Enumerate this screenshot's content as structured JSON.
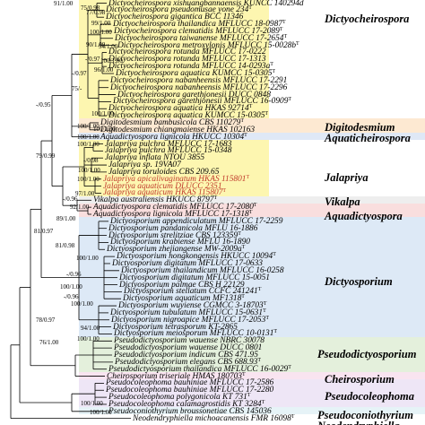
{
  "bands": [
    {
      "name": "dictyocheirospora-band",
      "color": "#fdf6b0"
    },
    {
      "name": "digitodesmium-band",
      "color": "#fde9d2"
    },
    {
      "name": "aquadictyospora-band",
      "color": "#dfe8f6"
    },
    {
      "name": "jalapriya-band",
      "color": "#fdf6b0"
    },
    {
      "name": "vikalpa-band",
      "color": "#eeeeee"
    },
    {
      "name": "aquadictyospora2-band",
      "color": "#f9dede"
    },
    {
      "name": "dictyosporium-band",
      "color": "#dde9f6"
    },
    {
      "name": "pseudodictyosporium-band",
      "color": "#e4f0dc"
    },
    {
      "name": "cheirosporium-band",
      "color": "#f9e4f0"
    },
    {
      "name": "pseudocoleophoma-band",
      "color": "#eee6f6"
    },
    {
      "name": "pseudoconiothyrium-band",
      "color": "#e6f3f7"
    }
  ],
  "leaves": [
    {
      "text": "Dictyocheirospora xishuangbannaensis KUNCC 140294d",
      "type": false
    },
    {
      "text": "Dictyocheirospora pseudomusae yone 234",
      "type": true
    },
    {
      "text": "Dictyocheirospora gigantica BCC 11346",
      "type": false
    },
    {
      "text": "Dictyocheirospora thailandica MFLUCC 18-0987",
      "type": true
    },
    {
      "text": "Dictyocheirospora clematidis MFLUCC 17-2089",
      "type": true
    },
    {
      "text": "Dictyocheirospora taiwanense MFLUCC 17-2654",
      "type": true
    },
    {
      "text": "Dictyocheirospora metroxylonis MFLUCC 15-0028b",
      "type": true
    },
    {
      "text": "Dictyocheirospora rotunda MFLUCC 17-0222",
      "type": false
    },
    {
      "text": "Dictyocheirospora rotunda MFLUCC 17-1313",
      "type": false
    },
    {
      "text": "Dictyocheirospora rotunda MFLUCC 14-0293a",
      "type": true
    },
    {
      "text": "Dictyocheirospora aquatica KUMCC 15-0305",
      "type": true
    },
    {
      "text": "Dictyocheirospora nabanheensis MFLUCC 17-2291",
      "type": false
    },
    {
      "text": "Dictyocheirospora nabanheensis MFLUCC 17-2296",
      "type": false
    },
    {
      "text": "Dictyocheirospora garethjonesii DUCC 0848",
      "type": false
    },
    {
      "text": "Dictyocheirospora garethjonesii MFLUCC 16-0909",
      "type": true
    },
    {
      "text": "Dictyocheirospora aquatica HKAS 92714",
      "type": true
    },
    {
      "text": "Dictyocheirospora aquatica KUMCC 15-0305",
      "type": true
    },
    {
      "text": "Digitodesmium bambusicola CBS 110279",
      "type": true
    },
    {
      "text": "Digitodesmium chiangmaiense HKAS 102163",
      "type": false
    },
    {
      "text": "Aquadictyospora lignicola HKUCC 10304",
      "type": true
    },
    {
      "text": "Jalapriya pulchra MFLUCC 17-1683",
      "type": false
    },
    {
      "text": "Jalapriya pulchra MFLUCC 15-0348",
      "type": false
    },
    {
      "text": "Jalapriya inflata NTOU 3855",
      "type": false
    },
    {
      "text": "Jalapriya sp. 19VA07",
      "type": false
    },
    {
      "text": "Jalapriya toruloides CBS 209.65",
      "type": false
    },
    {
      "text": "Jalapriya apicalivaginatum HKAS 115801",
      "type": true,
      "red": true
    },
    {
      "text": "Jalapriya aquaticum DLUCC 2351",
      "type": false,
      "red": true
    },
    {
      "text": "Jalapriya aquaticum HKAS 115807",
      "type": true,
      "red": true
    },
    {
      "text": "Vikalpa australiensis HKUCC 8797",
      "type": true
    },
    {
      "text": "Aquadictyospora clematidis MFLUCC 17-2080",
      "type": true
    },
    {
      "text": "Aquadictyospora lignicola MFLUCC 17-1318",
      "type": true
    },
    {
      "text": "Dictyosporium appendiculatum MFLUCC 17-2259",
      "type": false
    },
    {
      "text": "Dictyosporium pandanicola MFLU 16-1886",
      "type": false
    },
    {
      "text": "Dictyosporium strelitziae CBS 123359",
      "type": true
    },
    {
      "text": "Dictyosporium krabiense MFLU 16-1890",
      "type": false
    },
    {
      "text": "Dictyosporium zhejiangense MW-2009a",
      "type": true
    },
    {
      "text": "Dictyosporium hongkongensis HKUCC 10094",
      "type": true
    },
    {
      "text": "Dictyosporium digitatum MFLUCC 17-0633",
      "type": false
    },
    {
      "text": "Dictyosporium thailandicum MFLUCC 16-0258",
      "type": false
    },
    {
      "text": "Dictyosporium digitatum MFLUCC 15-0051",
      "type": false
    },
    {
      "text": "Dictyosporium palmae CBS H 22129",
      "type": false
    },
    {
      "text": "Dictyosporium stellatum CCFC 241241",
      "type": true
    },
    {
      "text": "Dictyosporium aquaticum MF1318",
      "type": true
    },
    {
      "text": "Dictyosporium wuyiense CGMCC 3-18703",
      "type": true
    },
    {
      "text": "Dictyosporium tubulatum MFLUCC 15-0631",
      "type": true
    },
    {
      "text": "Dictyosporium nigroapice MFLUCC 17-2053",
      "type": true
    },
    {
      "text": "Dictyosporium tetrasporum KT-2865",
      "type": false
    },
    {
      "text": "Dictyosporium meiosporum MFLUCC 10-0131",
      "type": true
    },
    {
      "text": "Pseudodictyosporium wauense NBRC 30078",
      "type": false
    },
    {
      "text": "Pseudodictyosporium wauense DUCC 0801",
      "type": false
    },
    {
      "text": "Pseudodictyosporium indicum CBS 471.95",
      "type": false
    },
    {
      "text": "Pseudodictyosporium elegans CBS 688.93",
      "type": true
    },
    {
      "text": "Pseudodictyosporium thailandica MFLUCC 16-0029",
      "type": true
    },
    {
      "text": "Cheirosporium triseriale HMAS 180703",
      "type": true
    },
    {
      "text": "Pseudocoleophoma bauhiniae MFLUCC 17-2586",
      "type": false
    },
    {
      "text": "Pseudocoleophoma bauhiniae MFLUCC 17-2280",
      "type": false
    },
    {
      "text": "Pseudocoleophoma polygonicola KT 731",
      "type": true
    },
    {
      "text": "Pseudocoleophoma calamagrostidis KT 3284",
      "type": true
    },
    {
      "text": "Pseudoconiothyrium broussonetiae CBS 145036",
      "type": false
    },
    {
      "text": "Neodendryphiella michoacanensis FMR 16098",
      "type": true
    }
  ],
  "genus_labels": [
    {
      "text": "Dictyocheirospora"
    },
    {
      "text": "Digitodesmium"
    },
    {
      "text": "Aquaticheirospora"
    },
    {
      "text": "Jalapriya"
    },
    {
      "text": "Vikalpa"
    },
    {
      "text": "Aquadictyospora"
    },
    {
      "text": "Dictyosporium"
    },
    {
      "text": "Pseudodictyosporium"
    },
    {
      "text": "Cheirosporium"
    },
    {
      "text": "Pseudocoleophoma"
    },
    {
      "text": "Pseudoconiothyrium"
    },
    {
      "text": "Neodendryphiella"
    }
  ],
  "supports": [
    {
      "text": "91/1.00"
    },
    {
      "text": "75/0.98"
    },
    {
      "text": "77/0.98"
    },
    {
      "text": "99/1.00"
    },
    {
      "text": "100/1.00"
    },
    {
      "text": "90/1.00"
    },
    {
      "text": "-/0.97"
    },
    {
      "text": "94/1.00"
    },
    {
      "text": "100/1.00"
    },
    {
      "text": "96/1.00"
    },
    {
      "text": "-/0.97"
    },
    {
      "text": "75/-"
    },
    {
      "text": "-/0.95"
    },
    {
      "text": "100/1.00"
    },
    {
      "text": "100/1.00"
    },
    {
      "text": "100/1.00"
    },
    {
      "text": "100/1.00"
    },
    {
      "text": "100/1.00"
    },
    {
      "text": "79/0.99"
    },
    {
      "text": "-/0.98"
    },
    {
      "text": "100/1.00"
    },
    {
      "text": "100/1.00"
    },
    {
      "text": "97/1.00"
    },
    {
      "text": "-/0.96"
    },
    {
      "text": "92/1.00"
    },
    {
      "text": "89/1.00"
    },
    {
      "text": "81/0.97"
    },
    {
      "text": "81/0.98"
    },
    {
      "text": "100/1.00"
    },
    {
      "text": "-/0.96"
    },
    {
      "text": "100/1.00"
    },
    {
      "text": "-/0.96"
    },
    {
      "text": "100/1.00"
    },
    {
      "text": "78/0.97"
    },
    {
      "text": "94/1.00"
    },
    {
      "text": "100/1.00"
    },
    {
      "text": "76/1.00"
    },
    {
      "text": "100/1.00"
    },
    {
      "text": "100/1.00"
    }
  ]
}
